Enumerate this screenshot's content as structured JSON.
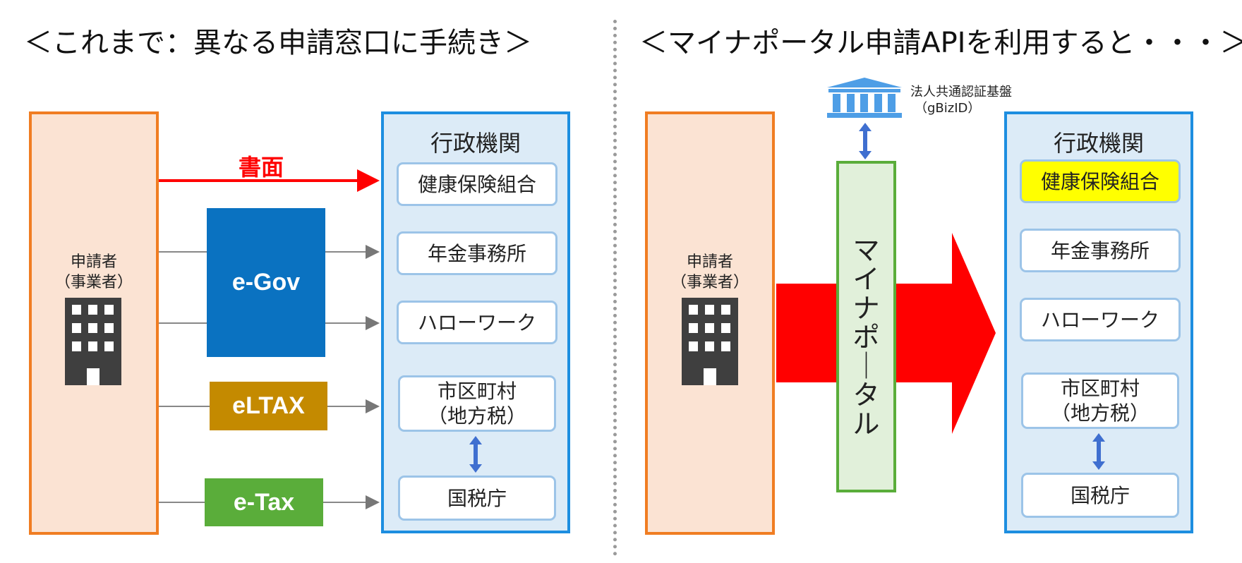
{
  "left": {
    "title": "＜これまで：異なる申請窓口に手続き＞",
    "applicant": {
      "line1": "申請者",
      "line2": "（事業者）",
      "icon": "building-icon"
    },
    "paper_label": "書面",
    "systems": {
      "egov": "e-Gov",
      "eltax": "eLTAX",
      "etax": "e-Tax"
    },
    "agency": {
      "title": "行政機関",
      "offices": [
        "健康保険組合",
        "年金事務所",
        "ハローワーク"
      ],
      "municipal": {
        "line1": "市区町村",
        "line2": "（地方税）"
      },
      "tax_office": "国税庁"
    }
  },
  "right": {
    "title": "＜マイナポータル申請APIを利用すると・・・＞",
    "gbizid": {
      "line1": "法人共通認証基盤",
      "line2": "（gBizID）",
      "icon": "government-building-icon"
    },
    "mynaportal_label": "マイナポータル",
    "applicant": {
      "line1": "申請者",
      "line2": "（事業者）",
      "icon": "building-icon"
    },
    "agency": {
      "title": "行政機関",
      "offices": [
        "健康保険組合",
        "年金事務所",
        "ハローワーク"
      ],
      "municipal": {
        "line1": "市区町村",
        "line2": "（地方税）"
      },
      "tax_office": "国税庁"
    }
  },
  "colors": {
    "applicant_fill": "#fbe3d3",
    "applicant_border": "#f07d22",
    "agency_fill": "#dcebf7",
    "agency_border": "#1d8ee0",
    "egov": "#0a72c1",
    "eltax": "#c48a00",
    "etax": "#5aad3a",
    "paper_arrow": "#ff0000",
    "big_arrow": "#ff0000",
    "highlight": "#ffff00",
    "double_arrow": "#3f6fd0"
  }
}
